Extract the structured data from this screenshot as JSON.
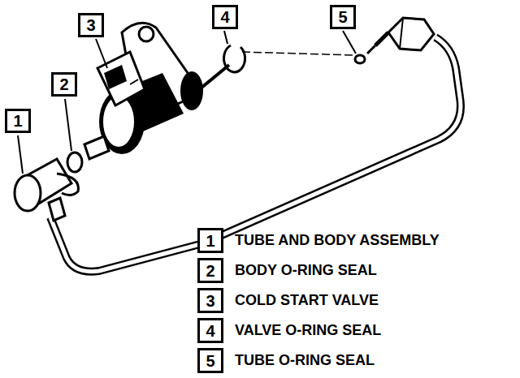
{
  "diagram": {
    "nodes": [
      {
        "text": [
          "3"
        ]
      },
      {
        "text": [
          "4"
        ]
      },
      {
        "text": [
          "5"
        ]
      },
      {
        "text": [
          "2"
        ]
      },
      {
        "text": [
          "1"
        ]
      },
      {
        "text": [
          "1"
        ]
      },
      {
        "text": [
          "2"
        ]
      },
      {
        "text": [
          "3"
        ]
      },
      {
        "text": [
          "4"
        ]
      },
      {
        "text": [
          "5"
        ]
      }
    ],
    "labels": [
      "TUBE AND BODY ASSEMBLY",
      "BODY O-RING SEAL",
      "COLD START VALVE",
      "VALVE O-RING SEAL",
      "TUBE O-RING SEAL"
    ]
  }
}
